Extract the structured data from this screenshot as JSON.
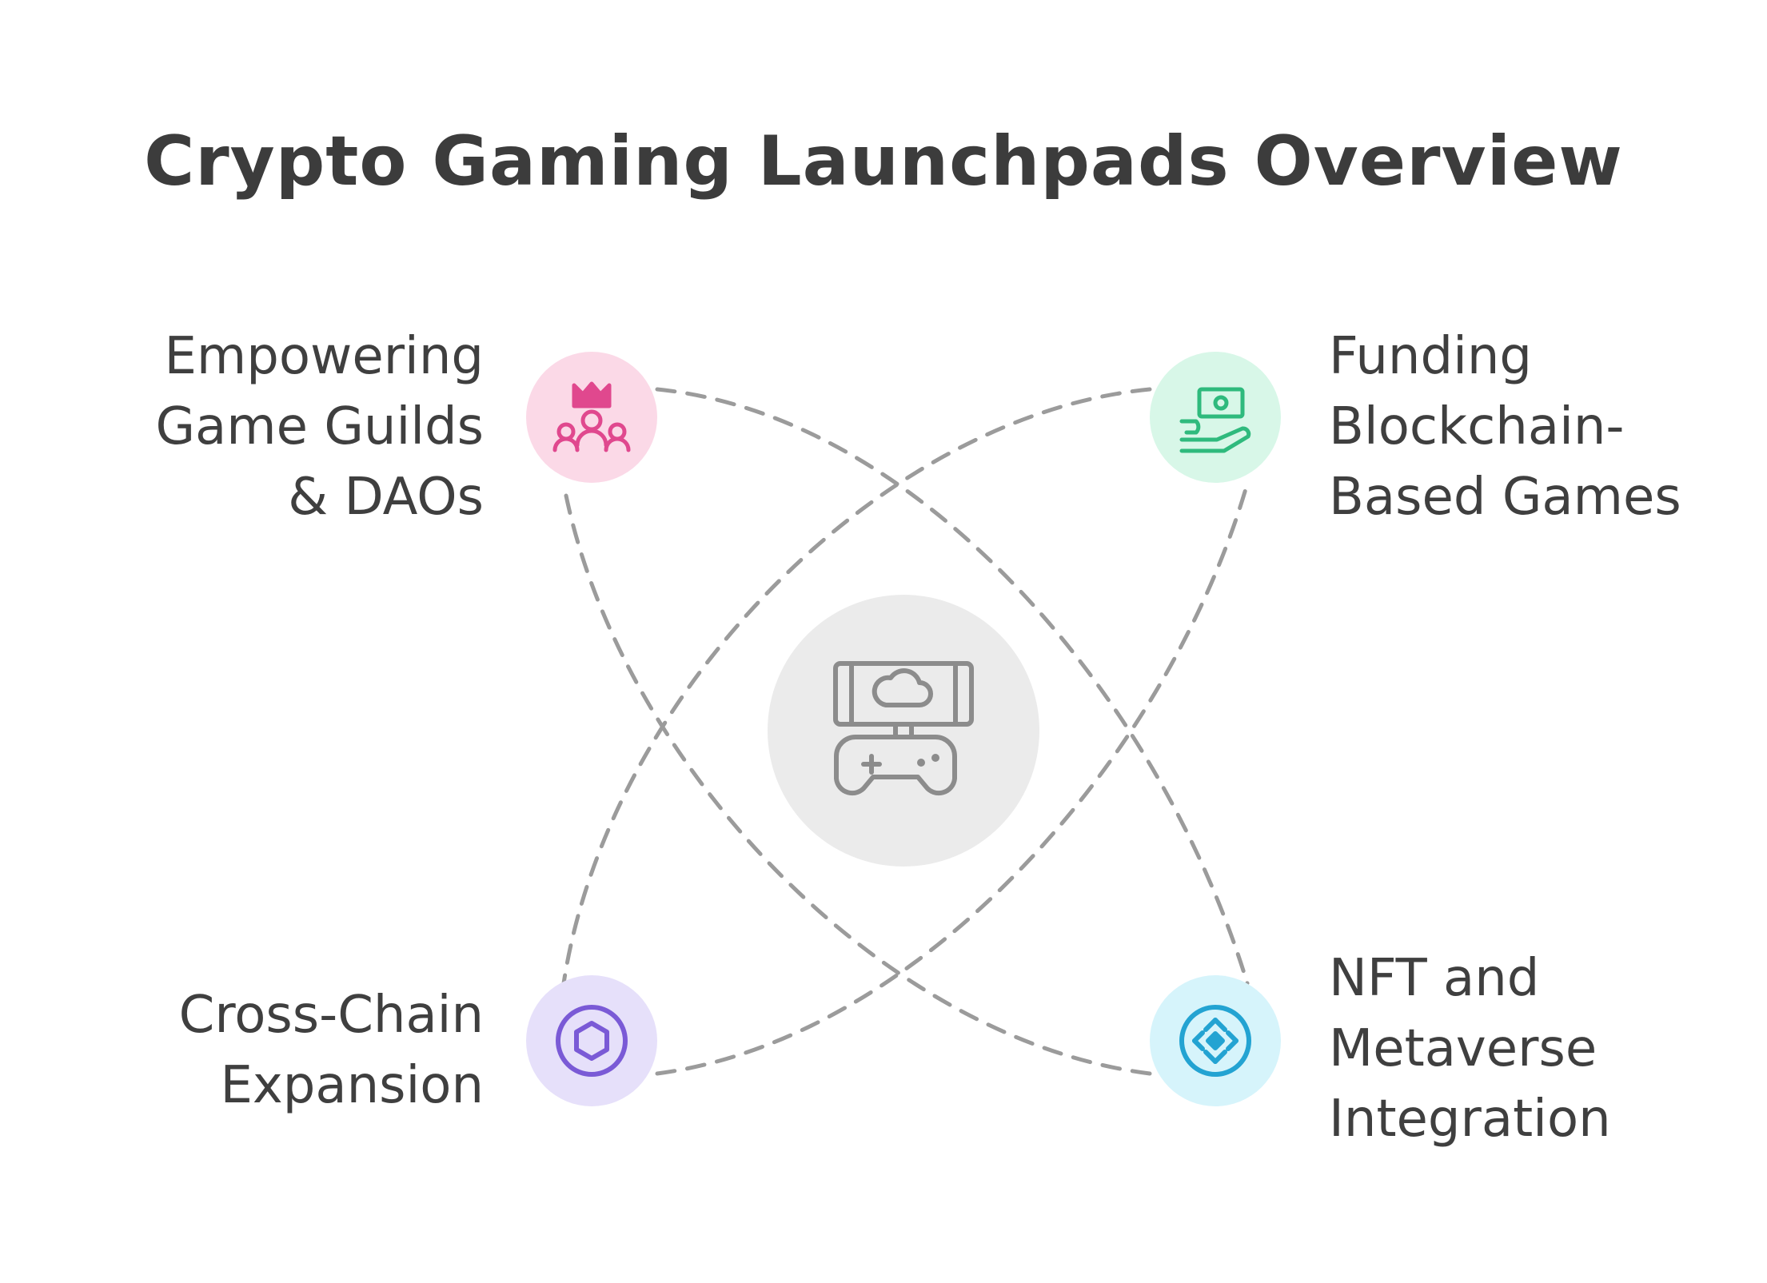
{
  "title": "Crypto Gaming Launchpads Overview",
  "center": {
    "icon": "cloud-gaming-controller-icon"
  },
  "nodes": [
    {
      "id": "top-left",
      "label_lines": [
        "Empowering",
        "Game Guilds",
        "& DAOs"
      ],
      "icon": "crowned-team-icon",
      "color": "#e0488e",
      "bg": "#fbd9e7"
    },
    {
      "id": "top-right",
      "label_lines": [
        "Funding",
        "Blockchain-",
        "Based Games"
      ],
      "icon": "money-in-hand-icon",
      "color": "#2fba7d",
      "bg": "#d8f7e8"
    },
    {
      "id": "bottom-left",
      "label_lines": [
        "Cross-Chain",
        "Expansion"
      ],
      "icon": "hexagon-coin-icon",
      "color": "#7a5ad6",
      "bg": "#e6e0fa"
    },
    {
      "id": "bottom-right",
      "label_lines": [
        "NFT and",
        "Metaverse",
        "Integration"
      ],
      "icon": "diamond-token-icon",
      "color": "#23a3d2",
      "bg": "#d6f4fb"
    }
  ]
}
